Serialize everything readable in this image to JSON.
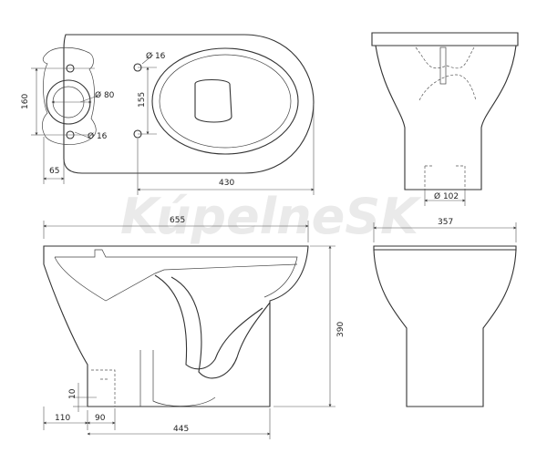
{
  "watermark": "KúpelneSK",
  "views": {
    "top": {
      "dims": {
        "height_left": "160",
        "hole_top_diameter": "Ø 16",
        "outlet_diameter": "Ø 80",
        "spacing": "155",
        "hole_bottom_diameter": "Ø 16",
        "edge_offset": "65",
        "length": "430"
      }
    },
    "rear": {
      "dims": {
        "outlet_width": "Ø 102"
      }
    },
    "side": {
      "dims": {
        "total_length": "655",
        "total_height": "390",
        "outlet_height": "10",
        "rear_offset": "110",
        "outlet_offset": "90",
        "base_length": "445"
      }
    },
    "front": {
      "dims": {
        "width": "357"
      }
    }
  }
}
